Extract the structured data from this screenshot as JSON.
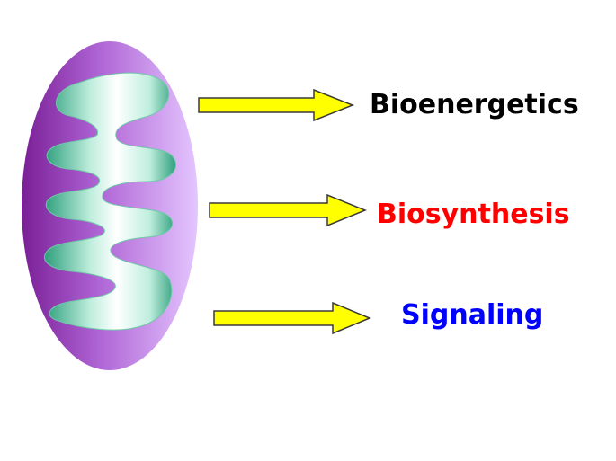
{
  "functions": [
    {
      "label": "Bioenergetics",
      "color": "#000000"
    },
    {
      "label": "Biosynthesis",
      "color": "#ff0000"
    },
    {
      "label": "Signaling",
      "color": "#0000ff"
    }
  ],
  "colors": {
    "membrane_dark": "#8c2fa6",
    "membrane_light": "#e0bfff",
    "crista_edge": "#2fa37f",
    "crista_center": "#ffffff",
    "arrow_fill": "#ffff00",
    "arrow_stroke": "#3a3a3a"
  }
}
